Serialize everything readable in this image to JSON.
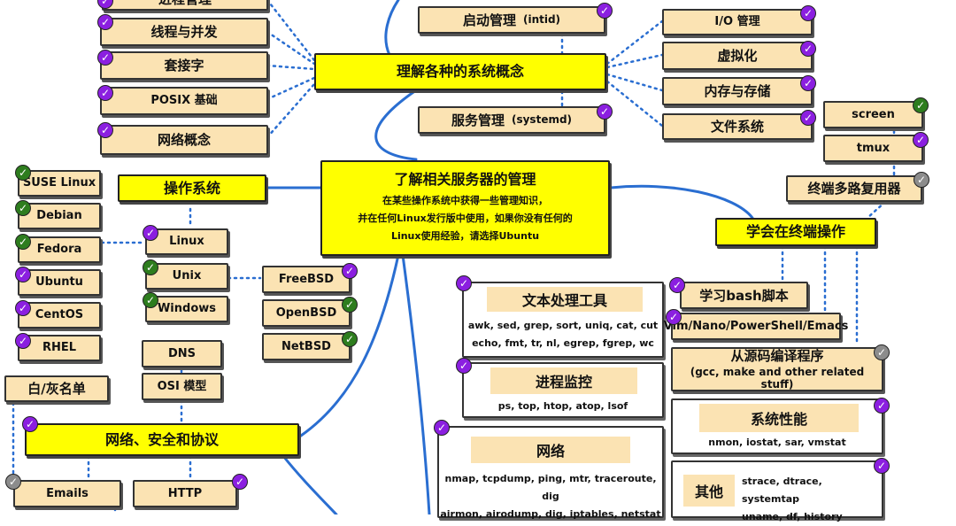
{
  "colors": {
    "beige": "#fbe3b3",
    "yellow": "#ffff00",
    "line_blue": "#2a6ed1",
    "badge_purple": "#8b1fe0",
    "badge_green": "#2e7d1e",
    "badge_gray": "#8c8c8c"
  },
  "center": {
    "title": "了解相关服务器的管理",
    "desc": [
      "在某些操作系统中获得一些管理知识，",
      "并在任何Linux发行版中使用，如果你没有任何的",
      "Linux使用经验，请选择Ubuntu"
    ]
  },
  "concepts": {
    "hub": "理解各种的系统概念",
    "left": {
      "process_mgmt": "进程管理",
      "threads": "线程与并发",
      "sockets": "套接字",
      "posix": "POSIX 基础",
      "network": "网络概念"
    },
    "right": {
      "io": "I/O  管理",
      "virtualization": "虚拟化",
      "memory": "内存与存储",
      "filesystem": "文件系统"
    },
    "init": {
      "label": "启动管理",
      "note": "(intid)"
    },
    "service": {
      "label": "服务管理",
      "note": "(systemd)"
    }
  },
  "os": {
    "hub": "操作系统",
    "distros": [
      "SUSE Linux",
      "Debian",
      "Fedora",
      "Ubuntu",
      "CentOS",
      "RHEL"
    ],
    "families": [
      "Linux",
      "Unix",
      "Windows"
    ],
    "bsd": [
      "FreeBSD",
      "OpenBSD",
      "NetBSD"
    ]
  },
  "netsec": {
    "hub": "网络、安全和协议",
    "dns": "DNS",
    "osi": "OSI 模型",
    "whitelist": "白/灰名单",
    "emails": "Emails",
    "http": "HTTP"
  },
  "tools": {
    "text": {
      "title": "文本处理工具",
      "lines": [
        "awk, sed, grep, sort, uniq, cat, cut",
        "echo, fmt, tr, nl, egrep, fgrep, wc"
      ]
    },
    "proc": {
      "title": "进程监控",
      "lines": [
        "ps, top, htop, atop, lsof"
      ]
    },
    "net": {
      "title": "网络",
      "lines": [
        "nmap, tcpdump, ping, mtr, traceroute, dig",
        "airmon, airodump, dig, iptables, netstat"
      ]
    },
    "perf": {
      "title": "系统性能",
      "lines": [
        "nmon, iostat, sar, vmstat"
      ]
    },
    "other": {
      "title": "其他",
      "lines": [
        "strace, dtrace, systemtap",
        "uname, df, history"
      ]
    }
  },
  "terminal": {
    "hub": "学会在终端操作",
    "mux": "终端多路复用器",
    "screen": "screen",
    "tmux": "tmux",
    "bash": "学习bash脚本",
    "editors": "Vim/Nano/PowerShell/Emacs",
    "compile": "从源码编译程序",
    "compile_sub": "(gcc, make and other related stuff)"
  }
}
